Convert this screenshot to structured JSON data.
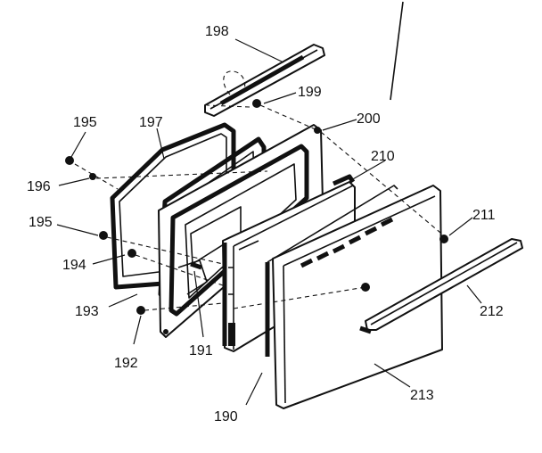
{
  "labels": {
    "l190": "190",
    "l191": "191",
    "l192": "192",
    "l193": "193",
    "l194": "194",
    "l195a": "195",
    "l195b": "195",
    "l196": "196",
    "l197": "197",
    "l198": "198",
    "l199": "199",
    "l200": "200",
    "l210": "210",
    "l211": "211",
    "l212": "212",
    "l213": "213"
  }
}
